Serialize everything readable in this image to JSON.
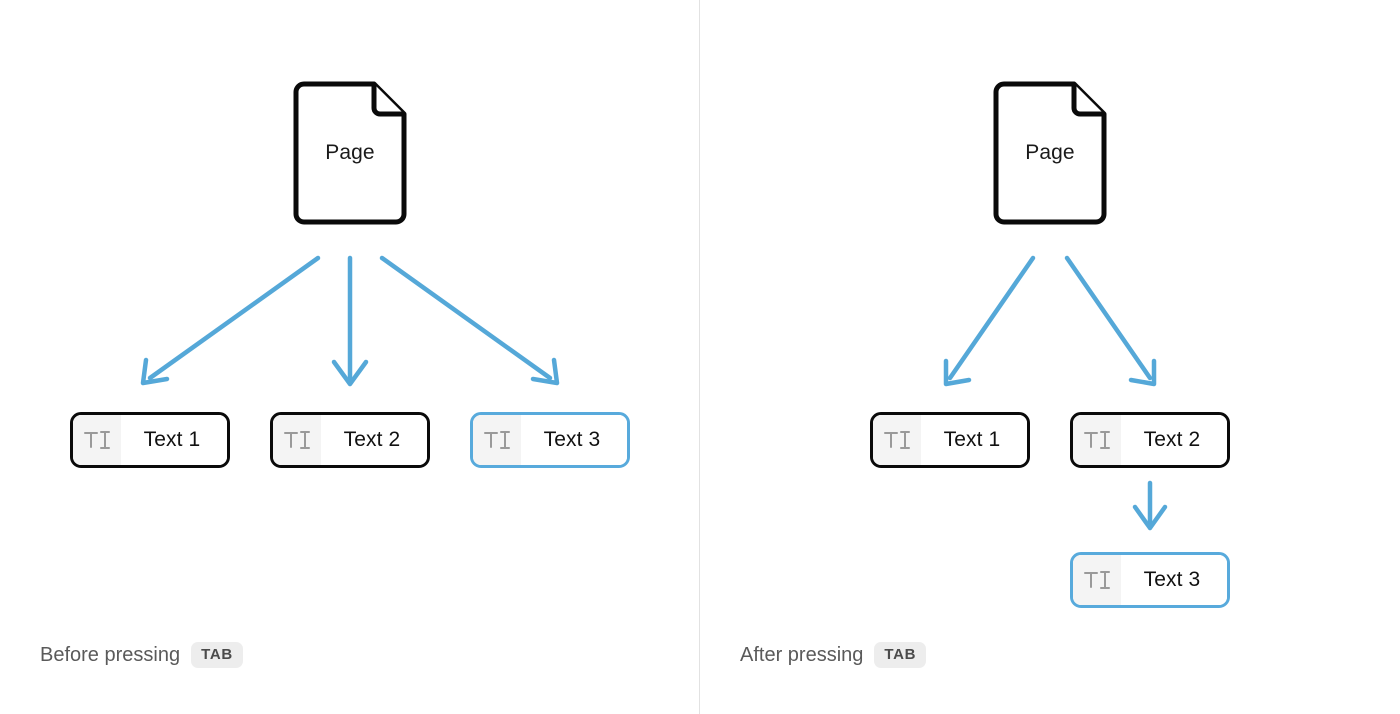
{
  "colors": {
    "arrow": "#55a8d8",
    "selected_border": "#58aadc",
    "default_border": "#0a0a0a",
    "divider": "#e2e2e2",
    "icon_gray": "#9a9a9a",
    "icon_bg": "#f4f4f4",
    "caption_text": "#5a5a5a",
    "kbd_bg": "#ededed"
  },
  "panels": [
    {
      "id": "before",
      "page": {
        "label": "Page"
      },
      "fields": [
        {
          "label": "Text 1",
          "icon": "text-field-icon",
          "selected": false
        },
        {
          "label": "Text 2",
          "icon": "text-field-icon",
          "selected": false
        },
        {
          "label": "Text 3",
          "icon": "text-field-icon",
          "selected": true
        }
      ],
      "caption": {
        "text": "Before pressing",
        "key": "TAB"
      }
    },
    {
      "id": "after",
      "page": {
        "label": "Page"
      },
      "fields": [
        {
          "label": "Text 1",
          "icon": "text-field-icon",
          "selected": false
        },
        {
          "label": "Text 2",
          "icon": "text-field-icon",
          "selected": false
        },
        {
          "label": "Text 3",
          "icon": "text-field-icon",
          "selected": true
        }
      ],
      "caption": {
        "text": "After pressing",
        "key": "TAB"
      }
    }
  ]
}
